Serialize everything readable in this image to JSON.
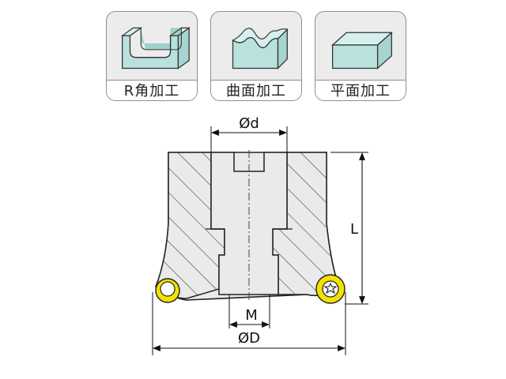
{
  "cards": [
    {
      "label": "R角加工",
      "icon": "r-corner-machining-icon"
    },
    {
      "label": "曲面加工",
      "icon": "curved-surface-machining-icon"
    },
    {
      "label": "平面加工",
      "icon": "flat-surface-machining-icon"
    }
  ],
  "dimensions": {
    "bore_diameter": "Ød",
    "length": "L",
    "thread": "M",
    "cutting_diameter": "ØD"
  },
  "colors": {
    "workpiece": "#b9e1de",
    "body_fill": "#eaeaea",
    "insert": "#f2e200",
    "line": "#222222"
  }
}
